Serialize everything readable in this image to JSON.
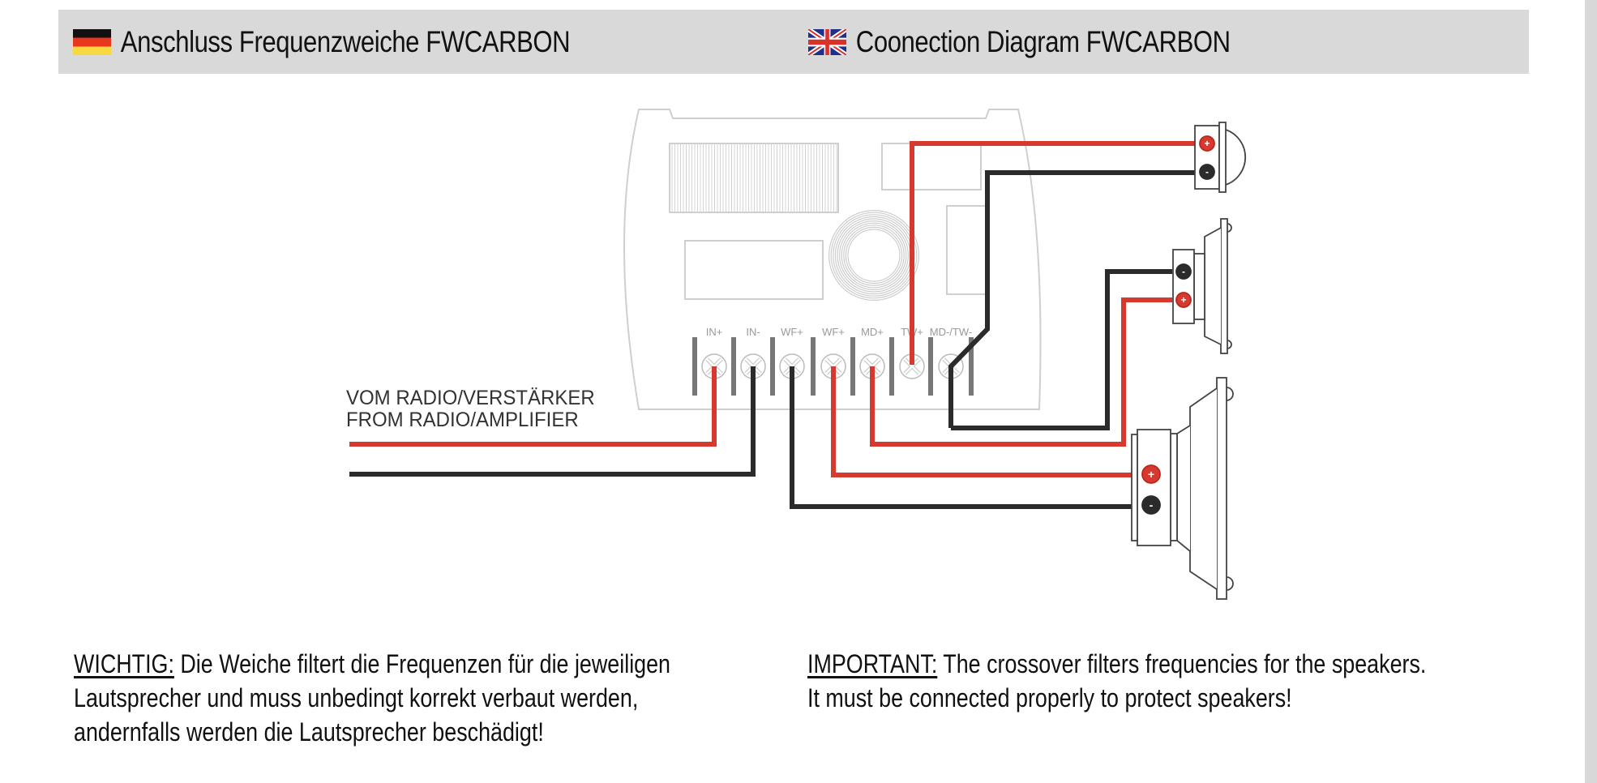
{
  "header": {
    "title_de": "Anschluss Frequenzweiche FWCARBON",
    "title_en": "Coonection Diagram FWCARBON",
    "flag_de": "germany-flag-icon",
    "flag_en": "uk-flag-icon"
  },
  "source": {
    "label_de": "VOM RADIO/VERSTÄRKER",
    "label_en": "FROM RADIO/AMPLIFIER"
  },
  "crossover": {
    "terminals": [
      "IN+",
      "IN-",
      "WF+",
      "WF+",
      "MD+",
      "TW+",
      "MD-/TW-"
    ]
  },
  "speakers": [
    {
      "name": "tweeter",
      "terminals": [
        "+",
        "-"
      ]
    },
    {
      "name": "midrange",
      "terminals": [
        "-",
        "+"
      ]
    },
    {
      "name": "woofer",
      "terminals": [
        "+",
        "-"
      ]
    }
  ],
  "wires": [
    {
      "from": "source",
      "to": "IN+",
      "color": "red"
    },
    {
      "from": "source",
      "to": "IN-",
      "color": "black"
    },
    {
      "from": "WF+ (3)",
      "to": "woofer -",
      "color": "black"
    },
    {
      "from": "WF+ (4)",
      "to": "woofer +",
      "color": "red"
    },
    {
      "from": "MD+",
      "to": "midrange +",
      "color": "red"
    },
    {
      "from": "TW+",
      "to": "tweeter +",
      "color": "red"
    },
    {
      "from": "MD-/TW-",
      "to": "tweeter -",
      "color": "black"
    },
    {
      "from": "MD-/TW-",
      "to": "midrange -",
      "color": "black"
    }
  ],
  "colors": {
    "wire_red": "#d63a2f",
    "wire_black": "#2b2b2b",
    "header_bg": "#d9d9d9",
    "outline_gray": "#c8c8c8"
  },
  "notes": {
    "de": {
      "lead": "WICHTIG:",
      "line1_rest": " Die Weiche filtert die Frequenzen für die jeweiligen",
      "line2_a": "Lautsprecher und ",
      "line2_emph": "muss unbedingt",
      "line2_b": " korrekt verbaut werden,",
      "line3": "andernfalls werden die Lautsprecher beschädigt!"
    },
    "en": {
      "lead": "IMPORTANT:",
      "line1_rest": " The crossover filters frequencies for the speakers.",
      "line2_a": "It ",
      "line2_emph1": "must",
      "line2_b": " be ",
      "line2_emph2": "connected properly",
      "line2_c": " to protect speakers!"
    }
  }
}
